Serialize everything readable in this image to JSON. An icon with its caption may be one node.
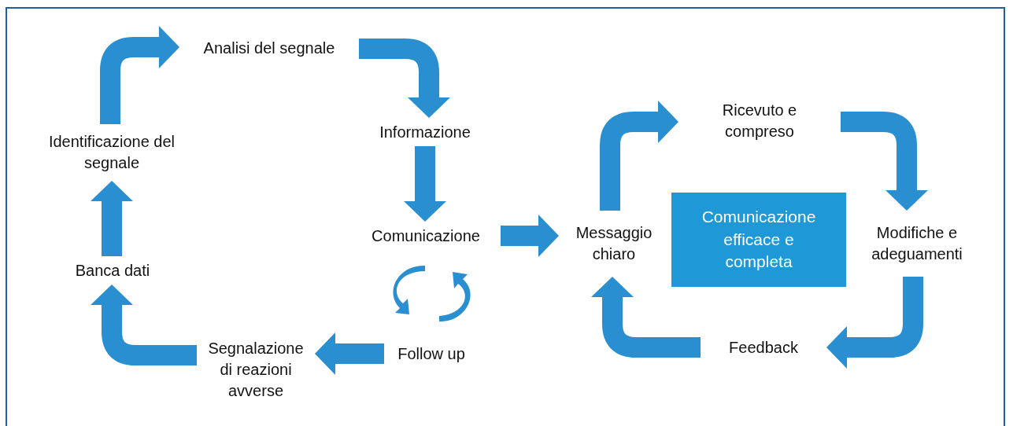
{
  "diagram": {
    "nodes": [
      {
        "text": [
          "Analisi del segnale"
        ]
      },
      {
        "text": [
          "Informazione"
        ]
      },
      {
        "text": [
          "Comunicazione"
        ]
      },
      {
        "text": [
          "Follow up"
        ]
      },
      {
        "text": [
          "Segnalazione di reazioni avverse"
        ]
      },
      {
        "text": [
          "Banca dati"
        ]
      },
      {
        "text": [
          "Identificazione del segnale"
        ]
      },
      {
        "text": [
          "Messaggio chiaro"
        ]
      },
      {
        "text": [
          "Ricevuto e compreso"
        ]
      },
      {
        "text": [
          "Modifiche e adeguamenti"
        ]
      },
      {
        "text": [
          "Feedback"
        ]
      },
      {
        "text": [
          "Comunicazione efficace e completa"
        ]
      }
    ],
    "edges": [
      {
        "from": 6,
        "to": 0,
        "arrow": "to"
      },
      {
        "from": 0,
        "to": 1,
        "arrow": "to"
      },
      {
        "from": 1,
        "to": 2,
        "arrow": "to"
      },
      {
        "from": 2,
        "to": 7,
        "arrow": "to"
      },
      {
        "from": 7,
        "to": 8,
        "arrow": "to"
      },
      {
        "from": 8,
        "to": 9,
        "arrow": "to"
      },
      {
        "from": 9,
        "to": 10,
        "arrow": "to"
      },
      {
        "from": 10,
        "to": 7,
        "arrow": "to"
      },
      {
        "from": 3,
        "to": 4,
        "arrow": "to"
      },
      {
        "from": 4,
        "to": 5,
        "arrow": "to"
      },
      {
        "from": 5,
        "to": 6,
        "arrow": "to"
      }
    ]
  }
}
